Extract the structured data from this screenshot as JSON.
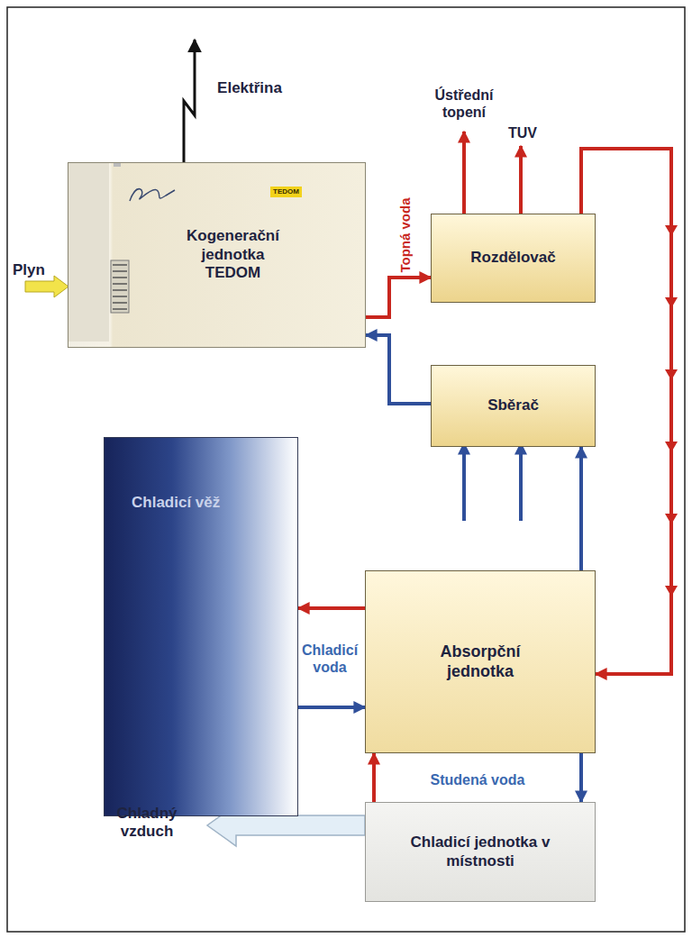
{
  "diagram": {
    "nodes": [
      {
        "text": [
          "Kogenerační jednotka TEDOM",
          "TEDOM"
        ]
      },
      {
        "text": [
          "Rozdělovač"
        ]
      },
      {
        "text": [
          "Sběrač"
        ]
      },
      {
        "text": [
          "Chladicí věž"
        ]
      },
      {
        "text": [
          "Absorpční jednotka"
        ]
      },
      {
        "text": [
          "Chladicí jednotka v místnosti"
        ]
      }
    ],
    "edges": [
      {
        "from": 0,
        "to": 1,
        "arrow": "to"
      },
      {
        "from": 1,
        "to": 4,
        "arrow": "to"
      },
      {
        "from": 2,
        "to": 0,
        "arrow": "to"
      },
      {
        "from": 4,
        "to": 2,
        "arrow": "to"
      },
      {
        "from": 4,
        "to": 3,
        "arrow": "to"
      },
      {
        "from": 3,
        "to": 4,
        "arrow": "to"
      },
      {
        "from": 5,
        "to": 4,
        "arrow": "to"
      },
      {
        "from": 4,
        "to": 5,
        "arrow": "to"
      }
    ],
    "labels": [
      "Elektřina",
      "Plyn",
      "Topná voda",
      "Ústřední topení",
      "TUV",
      "Chladicí voda",
      "Studená voda",
      "Chladný vzduch"
    ]
  }
}
